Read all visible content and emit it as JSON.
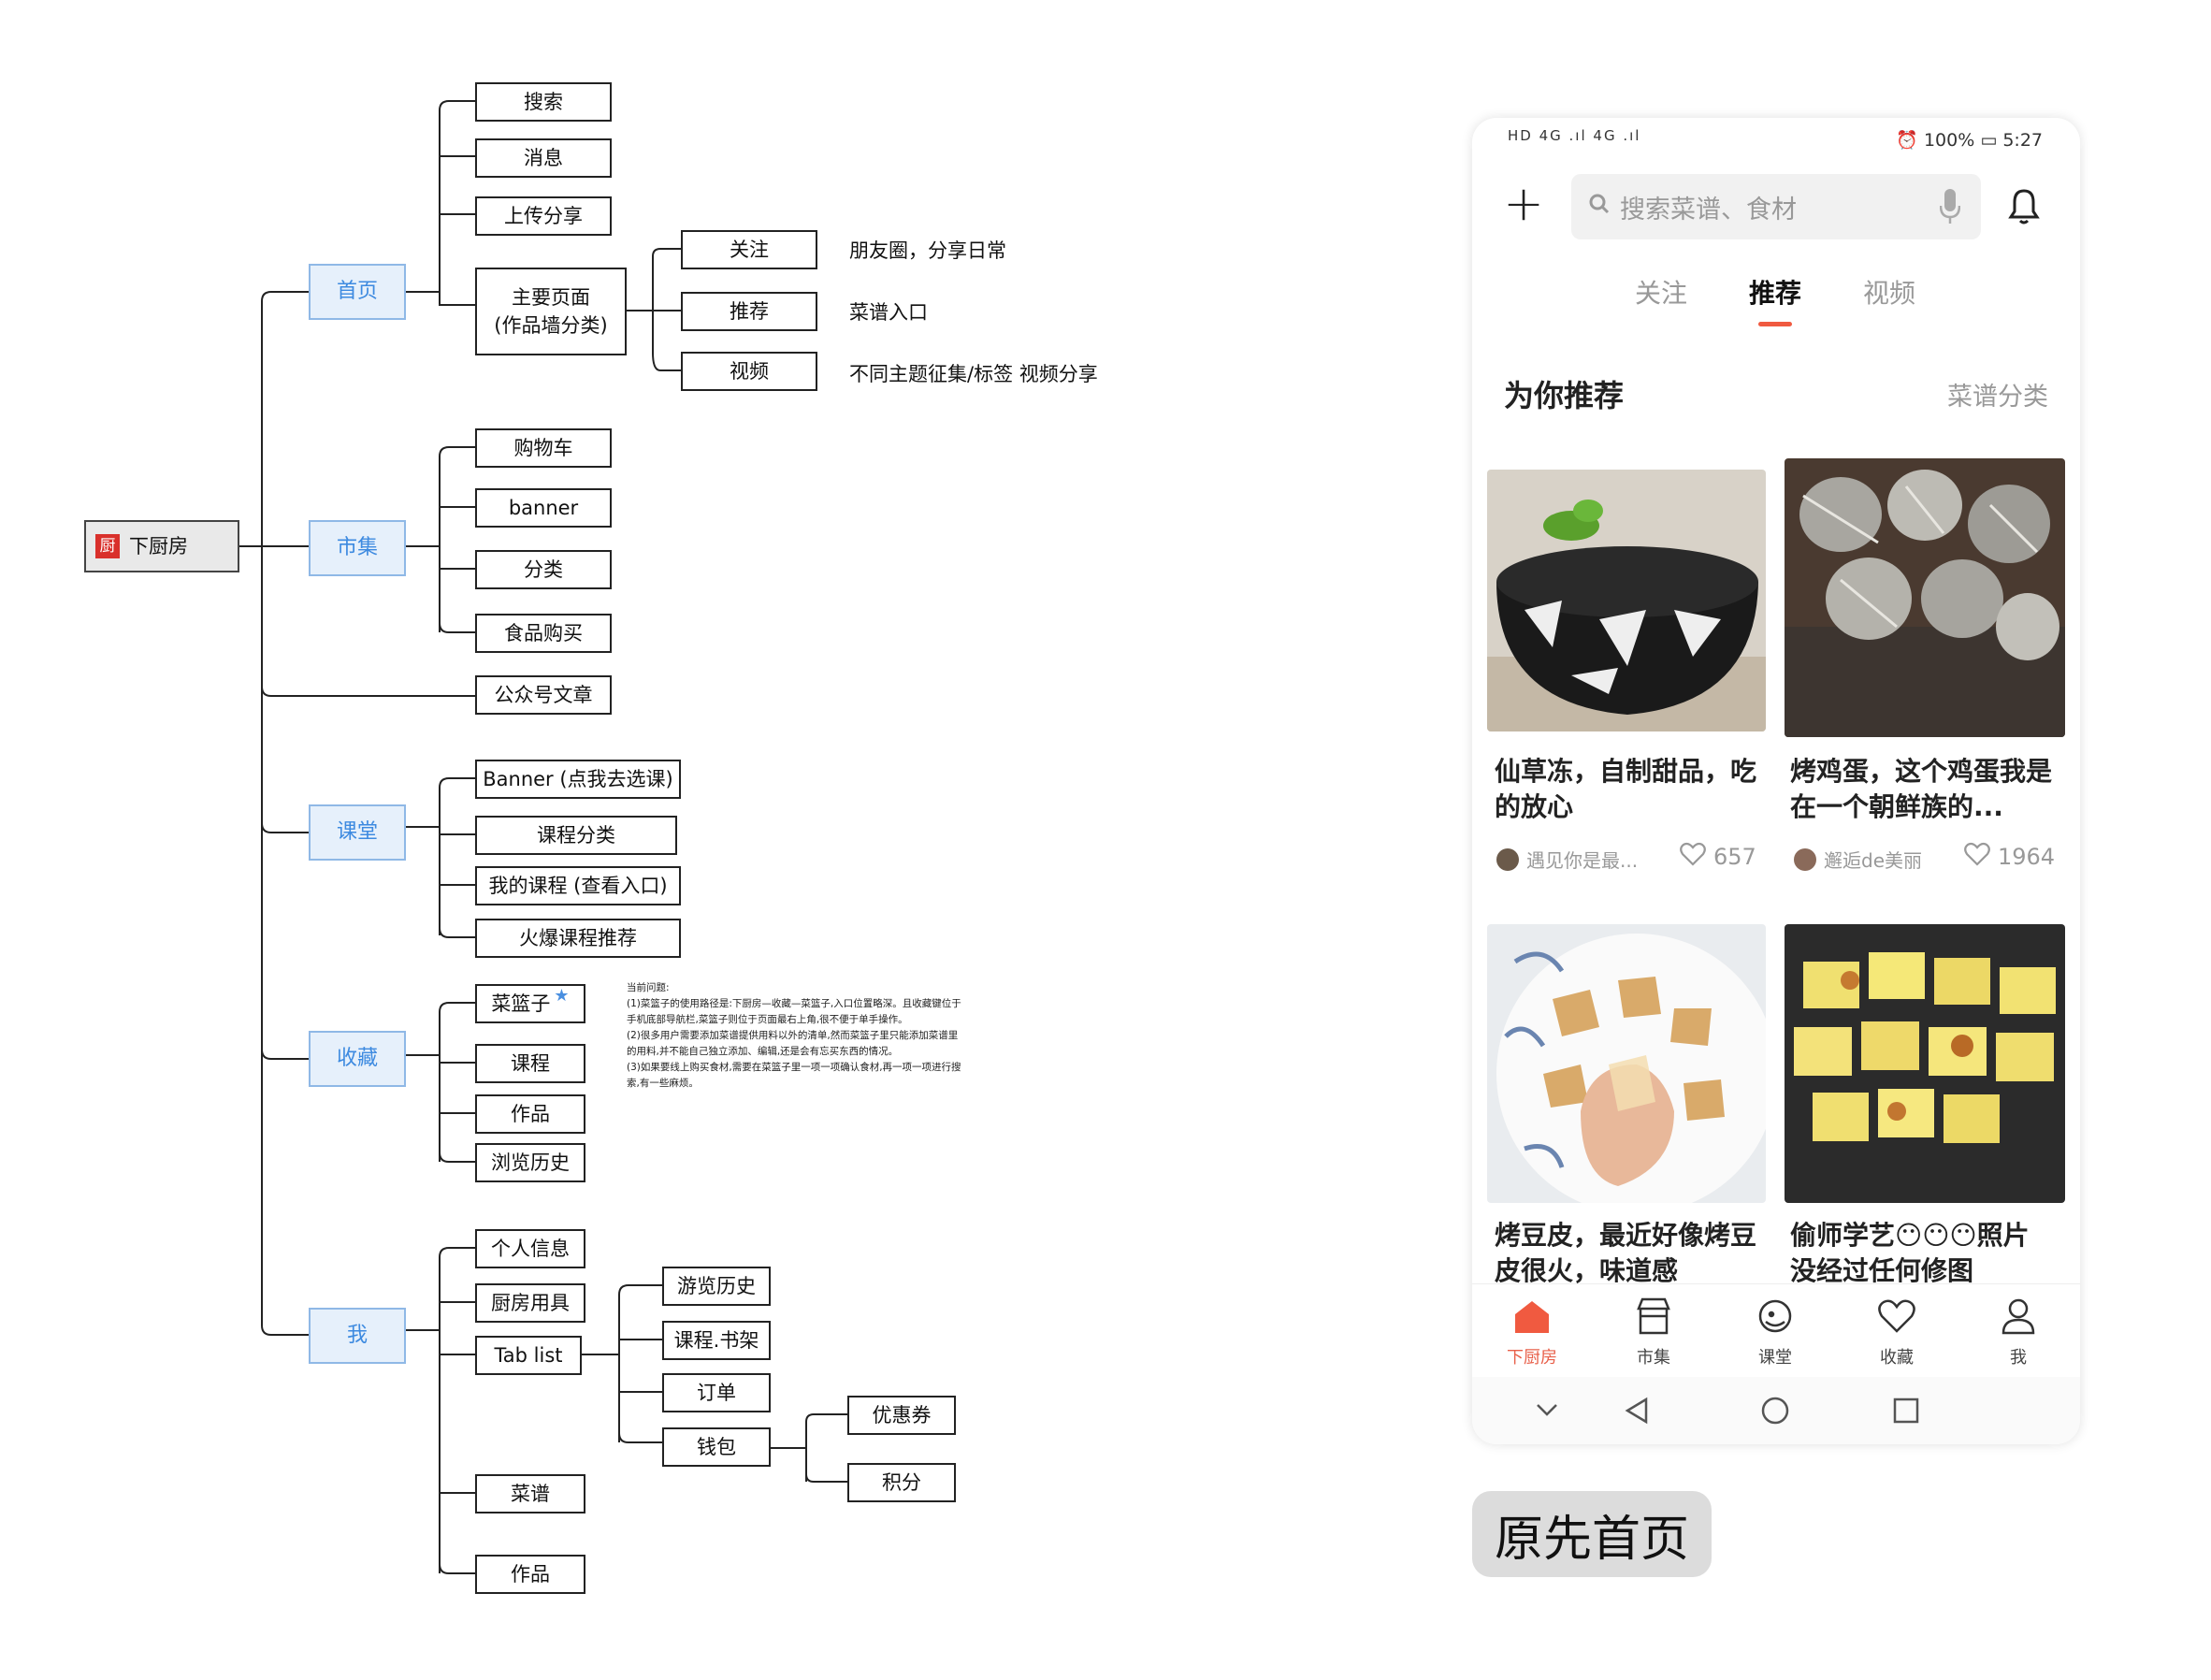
{
  "mindmap": {
    "root": {
      "logo": "厨",
      "label": "下厨房"
    },
    "categories": {
      "home": "首页",
      "market": "市集",
      "class": "课堂",
      "fav": "收藏",
      "me": "我"
    },
    "home": {
      "search": "搜索",
      "message": "消息",
      "upload": "上传分享",
      "main_line1": "主要页面",
      "main_line2": "(作品墙分类)",
      "sub": [
        {
          "label": "关注",
          "note": "朋友圈，分享日常"
        },
        {
          "label": "推荐",
          "note": "菜谱入口"
        },
        {
          "label": "视频",
          "note": "不同主题征集/标签  视频分享"
        }
      ]
    },
    "market": {
      "items": [
        "购物车",
        "banner",
        "分类",
        "食品购买"
      ],
      "wechat": "公众号文章"
    },
    "class": {
      "items": [
        "Banner (点我去选课)",
        "课程分类",
        "我的课程 (查看入口)",
        "火爆课程推荐"
      ]
    },
    "fav": {
      "basket": "菜篮子",
      "star": "★",
      "items": [
        "课程",
        "作品",
        "浏览历史"
      ],
      "issue_title": "当前问题:",
      "issues": [
        "(1)菜篮子的使用路径是:下厨房—收藏—菜篮子,入口位置略深。且收藏键位于手机底部导航栏,菜篮子则位于页面最右上角,很不便于单手操作。",
        "(2)很多用户需要添加菜谱提供用料以外的清单,然而菜篮子里只能添加菜谱里的用料,并不能自己独立添加、编辑,还是会有忘买东西的情况。",
        "(3)如果要线上购买食材,需要在菜篮子里一项一项确认食材,再一项一项进行搜索,有一些麻烦。"
      ]
    },
    "me": {
      "profile": "个人信息",
      "kitchenware": "厨房用具",
      "tablist": "Tab list",
      "tabs": [
        "游览历史",
        "课程.书架",
        "订单",
        "钱包"
      ],
      "wallet": [
        "优惠券",
        "积分"
      ],
      "recipe": "菜谱",
      "works": "作品"
    }
  },
  "phone": {
    "status_left": "HD 4G .ıl 4G .ıl",
    "battery": "100%",
    "time": "5:27",
    "search_placeholder": "搜索菜谱、食材",
    "tabs": [
      "关注",
      "推荐",
      "视频"
    ],
    "section_title": "为你推荐",
    "section_link": "菜谱分类",
    "cards": [
      {
        "title": "仙草冻，自制甜品，吃的放心",
        "author": "遇见你是最...",
        "likes": "657"
      },
      {
        "title": "烤鸡蛋，这个鸡蛋我是在一个朝鲜族的...",
        "author": "邂逅de美丽",
        "likes": "1964"
      },
      {
        "title": "烤豆皮，最近好像烤豆皮很火，味道感",
        "author": "",
        "likes": ""
      },
      {
        "title": "偷师学艺😶😶😶照片没经过任何修图",
        "author": "",
        "likes": ""
      }
    ],
    "nav": [
      "下厨房",
      "市集",
      "课堂",
      "收藏",
      "我"
    ]
  },
  "caption": "原先首页",
  "colors": {
    "accent": "#f05a40",
    "category_text": "#3d8ae0",
    "category_bg": "#e6f0fb"
  }
}
